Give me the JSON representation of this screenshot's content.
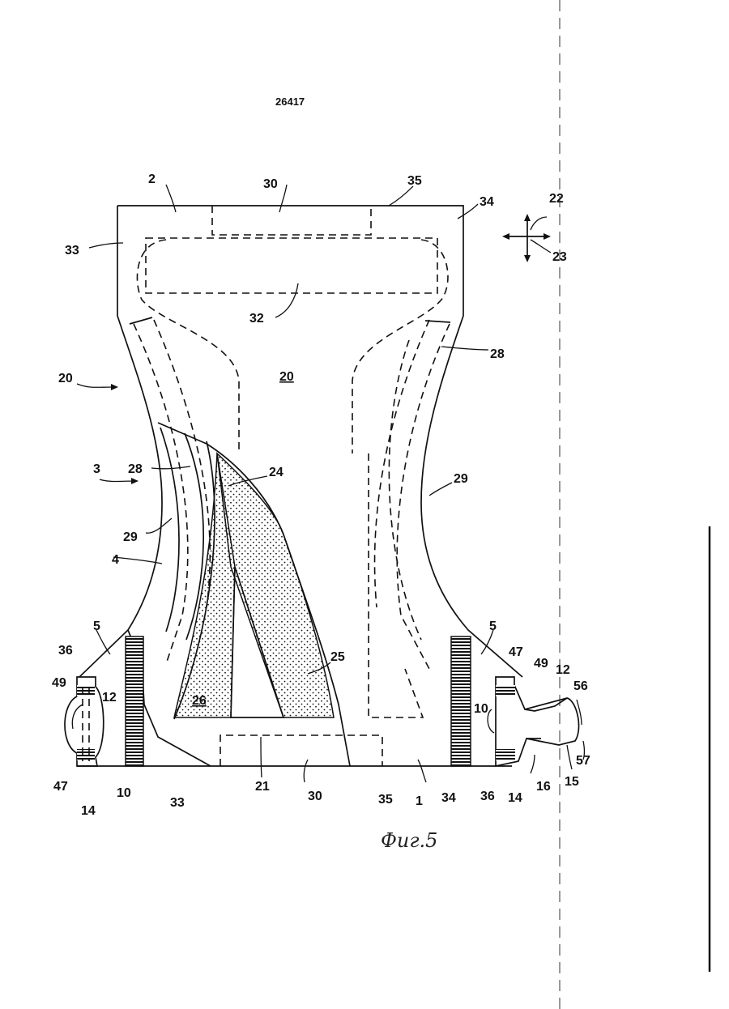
{
  "page_number": "26417",
  "figure_caption": "Фиг.5",
  "labels": {
    "l2": "2",
    "l30_top": "30",
    "l35_top": "35",
    "l34_top": "34",
    "l33_top": "33",
    "l22": "22",
    "l23": "23",
    "l32": "32",
    "l28_right": "28",
    "l20_center": "20",
    "l20_left": "20",
    "l28_left": "28",
    "l24": "24",
    "l3": "3",
    "l29_left": "29",
    "l29_right": "29",
    "l4": "4",
    "l5_left": "5",
    "l5_right": "5",
    "l36_left": "36",
    "l49_left": "49",
    "l12_left": "12",
    "l47_left": "47",
    "l14_left": "14",
    "l10_left": "10",
    "l26": "26",
    "l25": "25",
    "l21": "21",
    "l30_bottom": "30",
    "l33_bottom": "33",
    "l35_bottom": "35",
    "l1": "1",
    "l34_bottom": "34",
    "l36_right": "36",
    "l14_right": "14",
    "l16": "16",
    "l15": "15",
    "l57": "57",
    "l56": "56",
    "l12_right": "12",
    "l49_right": "49",
    "l47_right": "47",
    "l10_right": "10"
  }
}
